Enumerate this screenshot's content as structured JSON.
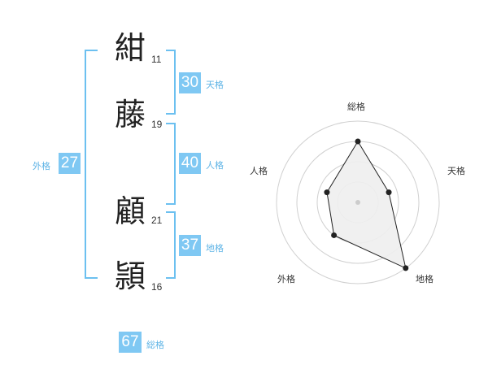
{
  "name_chars": [
    {
      "char": "紺",
      "strokes": "11"
    },
    {
      "char": "藤",
      "strokes": "19"
    },
    {
      "char": "顧",
      "strokes": "21"
    },
    {
      "char": "頴",
      "strokes": "16"
    }
  ],
  "fortunes": {
    "tenkaku": {
      "value": "30",
      "label": "天格"
    },
    "jinkaku": {
      "value": "40",
      "label": "人格"
    },
    "chikaku": {
      "value": "37",
      "label": "地格"
    },
    "gaikaku": {
      "value": "27",
      "label": "外格"
    },
    "soukaku": {
      "value": "67",
      "label": "総格"
    }
  },
  "chart_data": {
    "type": "radar",
    "axes": [
      "総格",
      "天格",
      "地格",
      "外格",
      "人格"
    ],
    "values": [
      0.75,
      0.4,
      1.0,
      0.5,
      0.4
    ],
    "rings": 4,
    "colors": {
      "accent": "#7fc8f3",
      "fill": "#eeeeee",
      "line": "#222222"
    }
  }
}
